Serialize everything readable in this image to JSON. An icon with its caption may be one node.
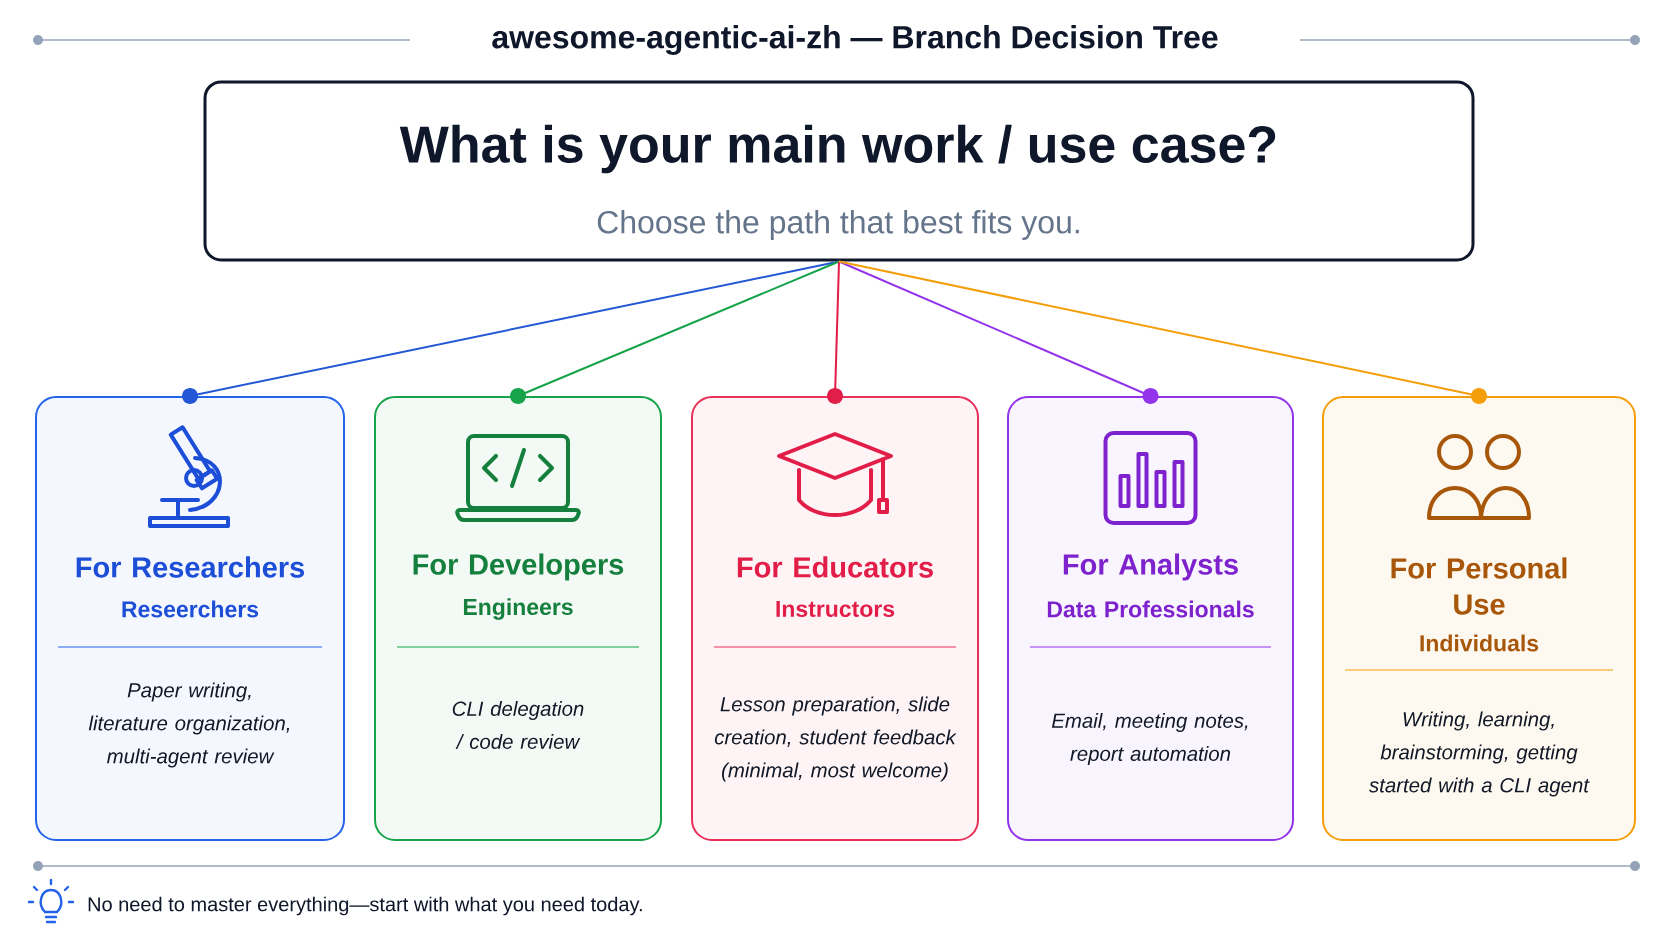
{
  "diagram": {
    "title": "awesome-agentic-ai-zh — Branch Decision Tree",
    "nodes": [
      {
        "text": [
          "What is your main work / use case?",
          "Choose the path that best fits you."
        ]
      },
      {
        "text": [
          "For Researchers",
          "Reseerchers",
          "Paper writing, literature organization, multi-agent review"
        ]
      },
      {
        "text": [
          "For Developers",
          "Engineers",
          "CLI delegation / code review"
        ]
      },
      {
        "text": [
          "For Educators",
          "Instructors",
          "Lesson preparation, slide creation, student feedback (minimal, most welcome)"
        ]
      },
      {
        "text": [
          "For Analysts",
          "Data Professionals",
          "Email, meeting notes, report automation"
        ]
      },
      {
        "text": [
          "For Personal Use",
          "Individuals",
          "Writing, learning, brainstorming, getting started with a CLI agent"
        ]
      }
    ],
    "edges": [
      {
        "from": 0,
        "to": 1,
        "arrow": "other",
        "color": "#2457d6"
      },
      {
        "from": 0,
        "to": 2,
        "arrow": "other",
        "color": "#16a34a"
      },
      {
        "from": 0,
        "to": 3,
        "arrow": "other",
        "color": "#e11d48"
      },
      {
        "from": 0,
        "to": 4,
        "arrow": "other",
        "color": "#9333ea"
      },
      {
        "from": 0,
        "to": 5,
        "arrow": "other",
        "color": "#f59e0b"
      }
    ],
    "labels": [
      "No need to master everything—start with what you need today."
    ]
  }
}
